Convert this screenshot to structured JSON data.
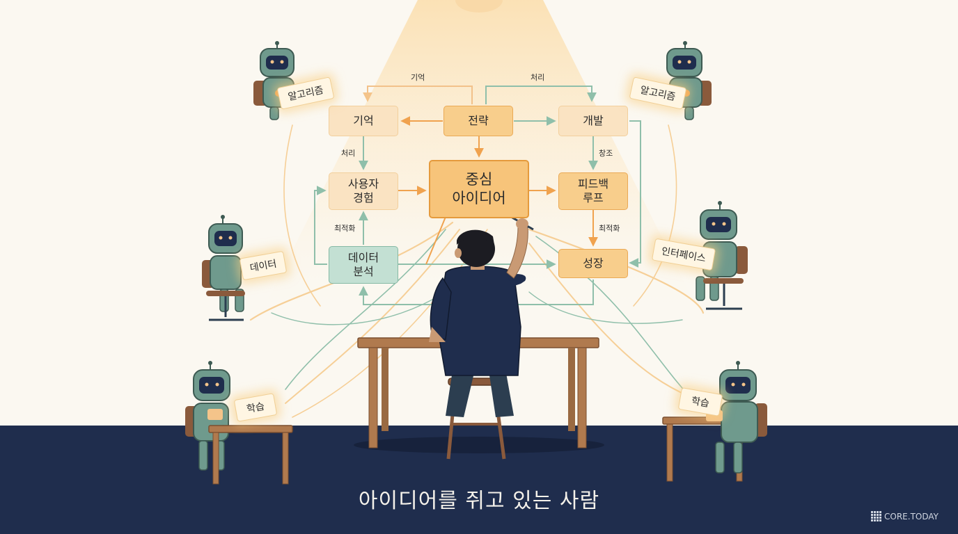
{
  "diagram": {
    "nodes": {
      "memory": "기억",
      "strategy": "전략",
      "development": "개발",
      "user_experience": "사용자\n경험",
      "central_idea": "중심\n아이디어",
      "feedback_loop": "피드백\n루프",
      "data_analysis": "데이터\n분석",
      "growth": "성장"
    },
    "edge_labels": {
      "top_left": "기억",
      "top_right": "처리",
      "left_down": "처리",
      "right_down": "창조",
      "left_up": "최적화",
      "right_down2": "최적화"
    },
    "node_colors": {
      "light": "#fae3c2",
      "medium": "#f8ce8c",
      "core": "#f7c47a",
      "teal": "#c3e0d3"
    }
  },
  "robots": {
    "top_left": "알고리즘",
    "top_right": "알고리즘",
    "mid_left": "데이터",
    "mid_right": "인터페이스",
    "bottom_left": "학습",
    "bottom_right": "학습"
  },
  "caption": "아이디어를 쥐고 있는 사람",
  "brand": "CORE.TODAY",
  "colors": {
    "background": "#fbf8f1",
    "floor": "#1f2d4d",
    "robot_body": "#6f9a8d",
    "orange_arrow": "#f0a24e",
    "teal_arrow": "#8fbfaa"
  }
}
